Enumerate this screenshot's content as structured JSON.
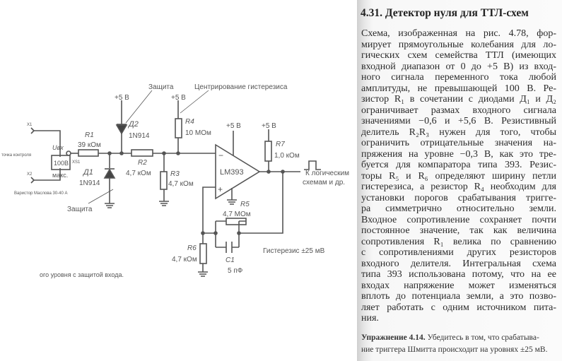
{
  "circuit": {
    "terminal_x1": "X1",
    "terminal_x2": "X2",
    "terminal_xs1": "XS1",
    "test_point": "точка контроля",
    "varistor_note": "Варистор Маслова 30-40 А",
    "uin_label": "Uвх",
    "uin_value": "100В",
    "uin_max": "макс.",
    "r1_label": "R1",
    "r1_value": "39 кОм",
    "r2_label": "R2",
    "r2_value": "4,7 кОм",
    "r3_label": "R3",
    "r3_value": "4,7 кОм",
    "r4_label": "R4",
    "r4_value": "10 МОм",
    "r5_label": "R5",
    "r5_value": "4,7 МОм",
    "r6_label": "R6",
    "r6_value": "4,7 кОм",
    "r7_label": "R7",
    "r7_value": "1,0 кОм",
    "c1_label": "C1",
    "c1_value": "5 пФ",
    "d1_label": "Д1",
    "d1_value": "1N914",
    "d2_label": "Д2",
    "d2_value": "1N914",
    "supply": "+5 В",
    "protection_top": "Защита",
    "protection_bottom": "Защита",
    "centering": "Центрирование гистерезиса",
    "ic_label": "LM393",
    "minus": "−",
    "plus": "+",
    "output_line1": "К логическим",
    "output_line2": "схемам и др.",
    "hysteresis": "Гистерезис ±25 мВ",
    "caption": "ого уровня с защитой входа."
  },
  "section": {
    "heading": "4.31. Детектор нуля для ТТЛ-схем",
    "lines": [
      "Схема, изображенная на рис. 4.78, фор-",
      "мирует прямоугольные колебания для ло-",
      "гических схем семейства ТТЛ (имеющих",
      "входной диапазон от 0 до +5 В) из вход-",
      "ного сигнала переменного тока любой",
      "амплитуды, не превышающей 100 В. Ре-",
      "зистор R₁ в сочетании с диодами Д₁ и Д₂",
      "ограничивает размах входного сигнала",
      "значениями −0,6 и +5,6 В. Резистивный",
      "делитель R₂R₃ нужен для того, чтобы",
      "ограничить отрицательные значения на-",
      "пряжения на уровне −0,3 В, как это тре-",
      "буется для компаратора типа 393. Резис-",
      "торы R₅ и R₆ определяют ширину петли",
      "гистерезиса, а резистор R₄ необходим для",
      "установки порогов срабатывания тригге-",
      "ра симметрично относительно земли.",
      "Входное сопротивление сохраняет почти",
      "постоянное значение, так как величина",
      "сопротивления R₁ велика по сравнению",
      "с сопротивлениями других резисторов",
      "входного делителя. Интегральная схема",
      "типа 393 использована потому, что на ее",
      "входах напряжение может изменяться",
      "вплоть до потенциала земли, а это позво-",
      "ляет работать с одним источником пита-",
      "ния."
    ],
    "exercise_label": "Упражнение 4.14.",
    "exercise_line1": "Убедитесь в том, что срабатыва-",
    "exercise_line2": "ние триггера Шмитта происходит на уровнях ±25 мВ."
  }
}
